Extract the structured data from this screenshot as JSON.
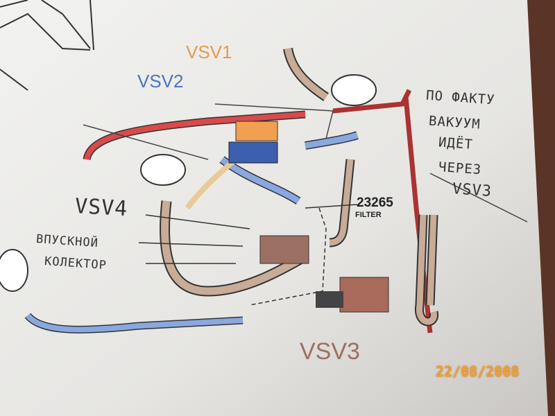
{
  "labels": {
    "vsv1": "VSV1",
    "vsv2": "VSV2",
    "vsv3": "VSV3",
    "vsv4": "VSV4",
    "part_number": "23265",
    "filter": "FILTER"
  },
  "handwritten": {
    "intake_line1": "ВПУСКНОЙ",
    "intake_line2": "КОЛЕКТОР",
    "note_lines": [
      "ПО ФАКТУ",
      "ВАКУУМ",
      "ИДЁТ",
      "ЧЕРЕЗ",
      "VSV3"
    ]
  },
  "date_stamp": "22/08/2008",
  "colors": {
    "vsv1": "#e69a4f",
    "vsv2": "#4a74c4",
    "vsv3": "#9b7062",
    "red_hose": "#d94a4a",
    "tan_hose": "#c8ac98",
    "date": "#f0a030"
  }
}
